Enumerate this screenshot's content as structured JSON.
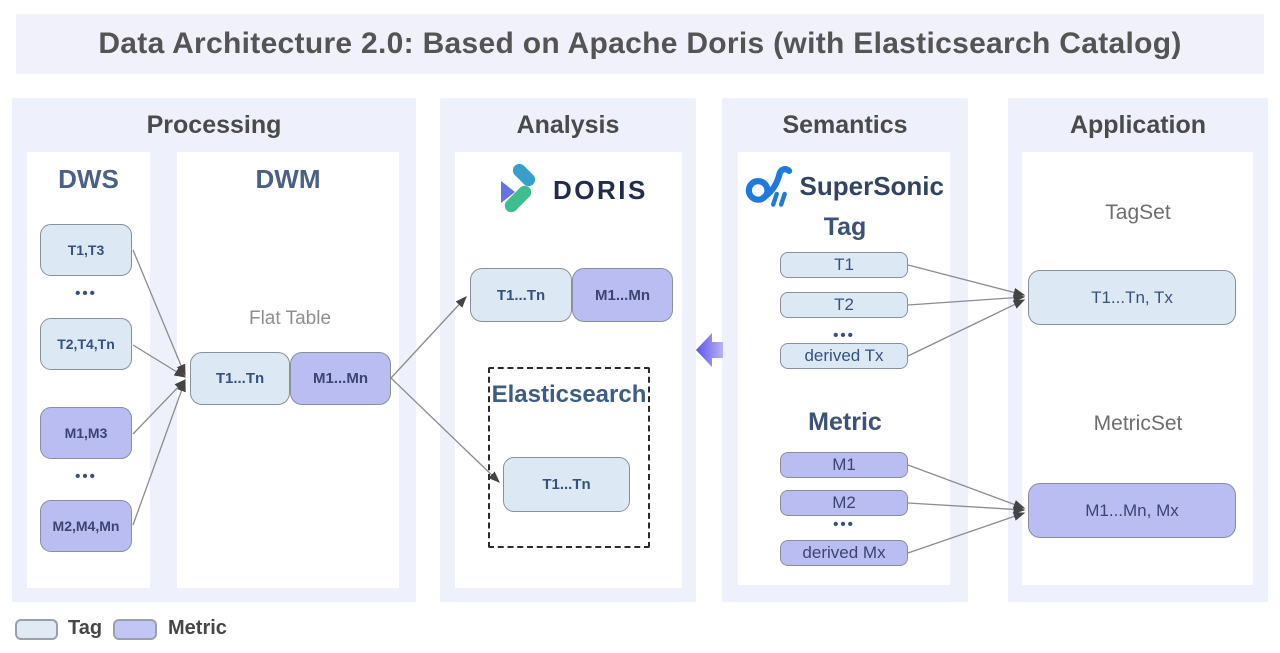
{
  "title": "Data Architecture 2.0: Based on Apache Doris (with Elasticsearch Catalog)",
  "ellipsis": "•••",
  "colors": {
    "panel_bg": "#eef0fb",
    "tag_fill": "#dce9f5",
    "metric_fill": "#b9bdf2",
    "accent_arrow_left": "#5f53e9",
    "accent_arrow_right": "#b7b2f7"
  },
  "sections": {
    "processing": {
      "title": "Processing",
      "dws": {
        "label": "DWS",
        "boxes": [
          {
            "text": "T1,T3",
            "type": "tag"
          },
          {
            "text": "T2,T4,Tn",
            "type": "tag"
          },
          {
            "text": "M1,M3",
            "type": "metric"
          },
          {
            "text": "M2,M4,Mn",
            "type": "metric"
          }
        ]
      },
      "dwm": {
        "label": "DWM",
        "flat_table": {
          "label": "Flat Table",
          "tag_box": "T1...Tn",
          "metric_box": "M1...Mn"
        }
      }
    },
    "analysis": {
      "title": "Analysis",
      "doris_logo": "DORIS",
      "tag_box": "T1...Tn",
      "metric_box": "M1...Mn",
      "elasticsearch": {
        "label": "Elasticsearch",
        "tag_box": "T1...Tn"
      }
    },
    "semantics": {
      "title": "Semantics",
      "supersonic_logo": "SuperSonic",
      "tag": {
        "heading": "Tag",
        "boxes": [
          "T1",
          "T2",
          "derived Tx"
        ]
      },
      "metric": {
        "heading": "Metric",
        "boxes": [
          "M1",
          "M2",
          "derived Mx"
        ]
      }
    },
    "application": {
      "title": "Application",
      "tagset": {
        "heading": "TagSet",
        "box": "T1...Tn, Tx"
      },
      "metricset": {
        "heading": "MetricSet",
        "box": "M1...Mn, Mx"
      }
    }
  },
  "legend": {
    "tag": "Tag",
    "metric": "Metric"
  }
}
